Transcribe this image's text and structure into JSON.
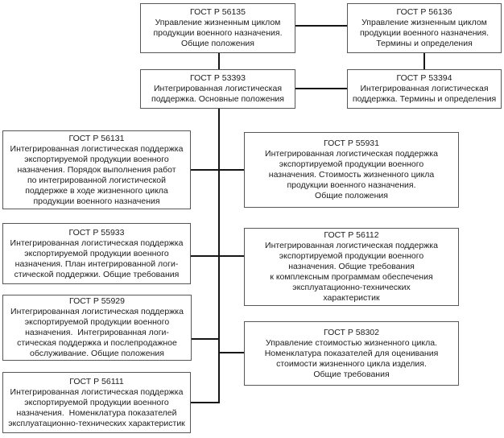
{
  "diagram": {
    "kind": "standards-hierarchy-flowchart",
    "colors": {
      "background": "#ffffff",
      "box_border": "#575757",
      "connector_line": "#161616",
      "text": "#1c1c1c"
    },
    "nodes": [
      {
        "code": "ГОСТ Р 56135",
        "body": "Управление жизненным циклом\nпродукции военного назначения.\nОбщие положения"
      },
      {
        "code": "ГОСТ Р 56136",
        "body": "Управление жизненным циклом\nпродукции военного назначения.\nТермины и определения"
      },
      {
        "code": "ГОСТ Р 53393",
        "body": "Интегрированная логистическая\nподдержка. Основные положения"
      },
      {
        "code": "ГОСТ Р 53394",
        "body": "Интегрированная логистическая\nподдержка. Термины и определения"
      },
      {
        "code": "ГОСТ Р 56131",
        "body": "Интегрированная логистическая поддержка\nэкспортируемой продукции военного\nназначения. Порядок выполнения работ\nпо интегрированной логистической\nподдержке в ходе жизненного цикла\nпродукции военного назначения"
      },
      {
        "code": "ГОСТ Р 55933",
        "body": "Интегрированная логистическая поддержка\nэкспортируемой продукции военного\nназначения. План интегрированной логи-\nстической поддержки. Общие требования"
      },
      {
        "code": "ГОСТ Р 55929",
        "body": "Интегрированная логистическая поддержка\nэкспортируемой продукции военного\nназначения.  Интегрированная логи-\nстическая поддержка и послепродажное\nобслуживание. Общие положения"
      },
      {
        "code": "ГОСТ Р 56111",
        "body": "Интегрированная логистическая поддержка\nэкспортируемой продукции военного\nназначения.  Номенклатура показателей\nэксплуатационно-технических характеристик"
      },
      {
        "code": "ГОСТ Р 55931",
        "body": "Интегрированная логистическая поддержка\nэкспортируемой продукции военного\nназначения. Стоимость жизненного цикла\nпродукции военного назначения.\nОбщие положения"
      },
      {
        "code": "ГОСТ Р 56112",
        "body": "Интегрированная логистическая поддержка\nэкспортируемой продукции военного\nназначения. Общие требования\nк комплексным программам обеспечения\nэксплуатационно-технических\nхарактеристик"
      },
      {
        "code": "ГОСТ Р 58302",
        "body": "Управление стоимостью жизненного цикла.\nНоменклатура показателей для оценивания\nстоимости жизненного цикла изделия.\nОбщие требования"
      }
    ],
    "edges": [
      {
        "from": "ГОСТ Р 56135",
        "to": "ГОСТ Р 56136"
      },
      {
        "from": "ГОСТ Р 56135",
        "to": "ГОСТ Р 53393"
      },
      {
        "from": "ГОСТ Р 56136",
        "to": "ГОСТ Р 53394"
      },
      {
        "from": "ГОСТ Р 53393",
        "to": "ГОСТ Р 53394"
      },
      {
        "from": "ГОСТ Р 53393",
        "to": "ГОСТ Р 56131"
      },
      {
        "from": "ГОСТ Р 53393",
        "to": "ГОСТ Р 55933"
      },
      {
        "from": "ГОСТ Р 53393",
        "to": "ГОСТ Р 55929"
      },
      {
        "from": "ГОСТ Р 53393",
        "to": "ГОСТ Р 56111"
      },
      {
        "from": "ГОСТ Р 53393",
        "to": "ГОСТ Р 55931"
      },
      {
        "from": "ГОСТ Р 53393",
        "to": "ГОСТ Р 56112"
      },
      {
        "from": "ГОСТ Р 53393",
        "to": "ГОСТ Р 58302"
      }
    ]
  }
}
